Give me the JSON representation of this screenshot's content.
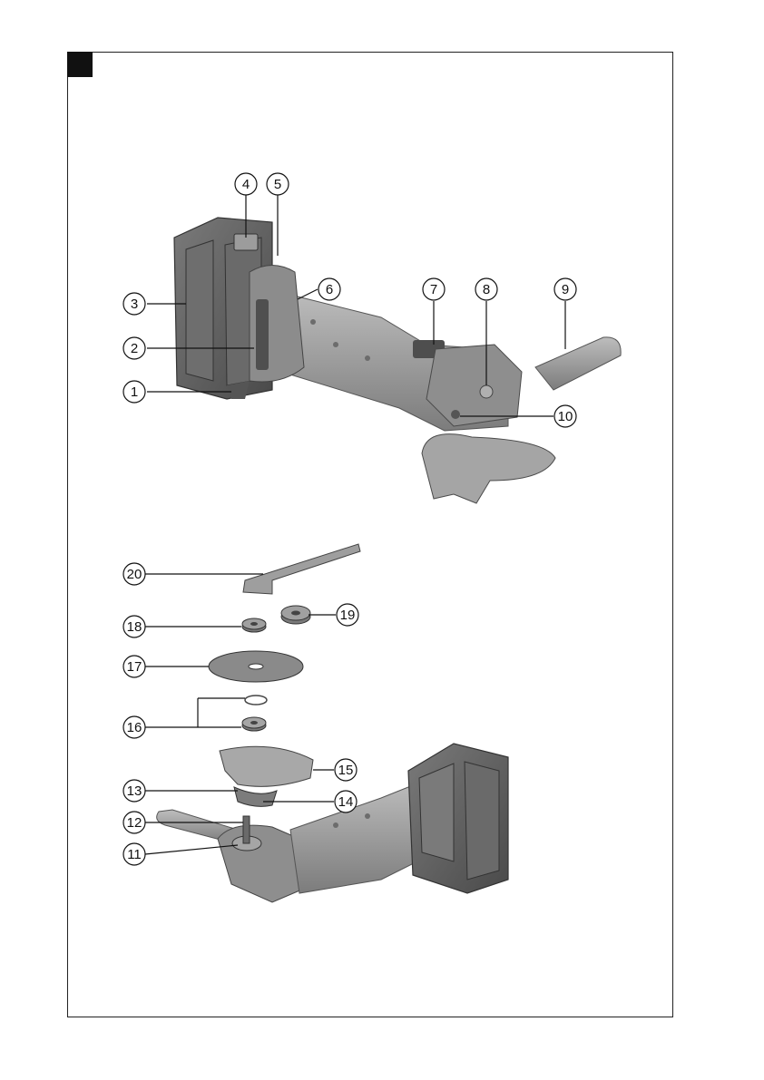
{
  "page": {
    "section_marker": "",
    "colors": {
      "frame": "#222222",
      "tool_body": "#9a9a9a",
      "tool_dark": "#5e5e5e",
      "tool_light": "#c8c8c8"
    }
  },
  "figure": {
    "labels": [
      "1",
      "2",
      "3",
      "4",
      "5",
      "6",
      "7",
      "8",
      "9",
      "10",
      "11",
      "12",
      "13",
      "14",
      "15",
      "16",
      "17",
      "18",
      "19",
      "20"
    ]
  }
}
